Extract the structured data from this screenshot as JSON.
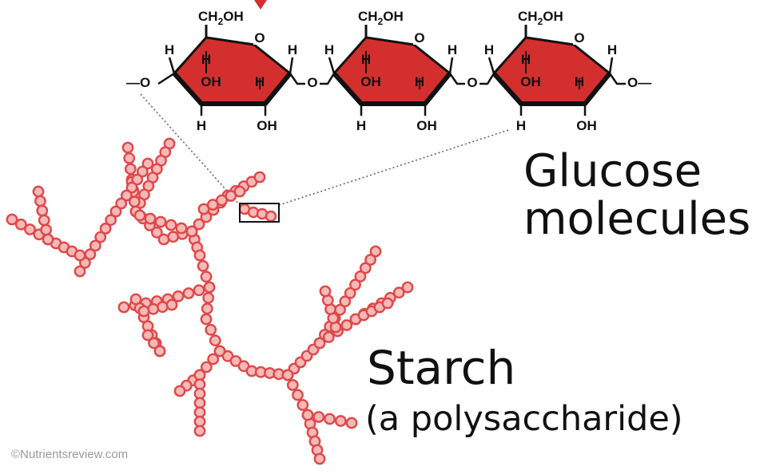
{
  "molecule": {
    "atoms": {
      "ch2oh": "CH",
      "ch2oh_sub": "2",
      "ch2oh_tail": "OH",
      "ring_oxygen": "O",
      "h": "H",
      "oh": "OH",
      "bridge_oxygen": "O",
      "chain_end_left": "—O",
      "chain_end_right": "O—"
    },
    "units": 3,
    "ring_color": "#d42f2f"
  },
  "labels": {
    "glucose_line1": "Glucose",
    "glucose_line2": "molecules",
    "starch_title": "Starch",
    "starch_subtitle": "(a polysaccharide)",
    "credit": "©Nutrientsreview.com"
  },
  "starch": {
    "bead_color": "#e04848",
    "bead_fill": "#f6b9b9"
  }
}
